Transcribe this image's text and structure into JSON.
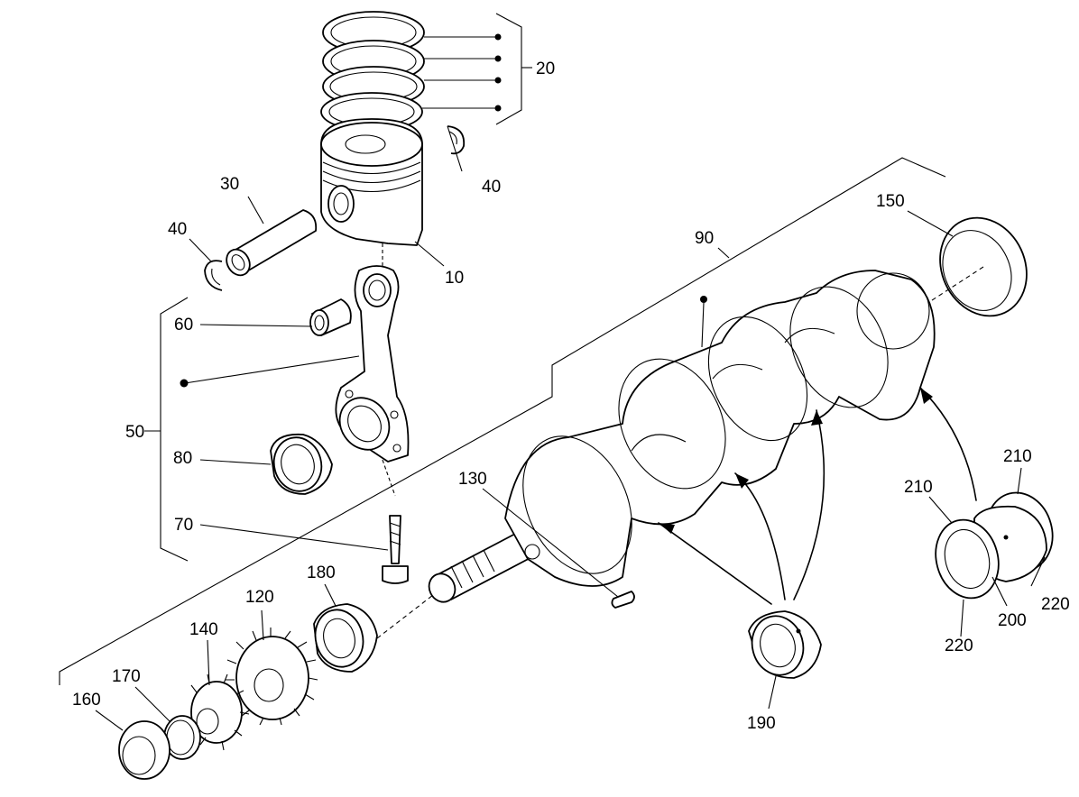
{
  "labels": {
    "l10": "10",
    "l20": "20",
    "l30": "30",
    "l40a": "40",
    "l40b": "40",
    "l50": "50",
    "l60": "60",
    "l70": "70",
    "l80": "80",
    "l90": "90",
    "l120": "120",
    "l130": "130",
    "l140": "140",
    "l150": "150",
    "l160": "160",
    "l170": "170",
    "l180": "180",
    "l190": "190",
    "l200": "200",
    "l210a": "210",
    "l210b": "210",
    "l220a": "220",
    "l220b": "220"
  },
  "colors": {
    "line": "#000000",
    "background": "#ffffff"
  }
}
